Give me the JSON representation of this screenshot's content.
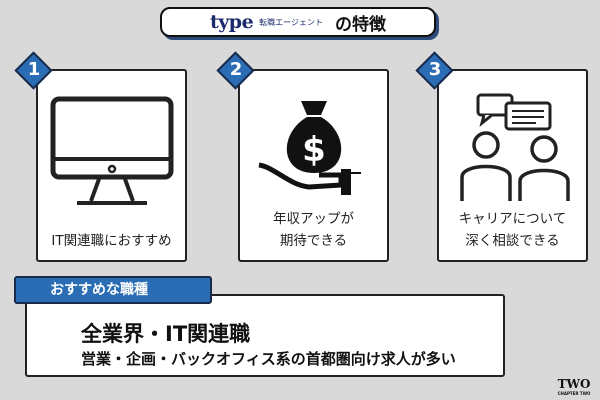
{
  "header": {
    "brand": "type",
    "brand_sub": "転職エージェント",
    "title": "の特徴"
  },
  "features": [
    {
      "number": "1",
      "icon": "monitor-icon",
      "lines": [
        "IT関連職におすすめ"
      ]
    },
    {
      "number": "2",
      "icon": "money-bag-hand-icon",
      "lines": [
        "年収アップが",
        "期待できる"
      ]
    },
    {
      "number": "3",
      "icon": "consultation-chat-icon",
      "lines": [
        "キャリアについて",
        "深く相談できる"
      ]
    }
  ],
  "recommend": {
    "label": "おすすめな職種",
    "main": "全業界・IT関連職",
    "sub": "営業・企画・バックオフィス系の首都圏向け求人が多い"
  },
  "logo": {
    "text": "TWO",
    "sub": "CHAPTER TWO"
  },
  "colors": {
    "accent": "#2a6db5",
    "background": "#d9d9d9",
    "brand": "#1a2a6c"
  }
}
